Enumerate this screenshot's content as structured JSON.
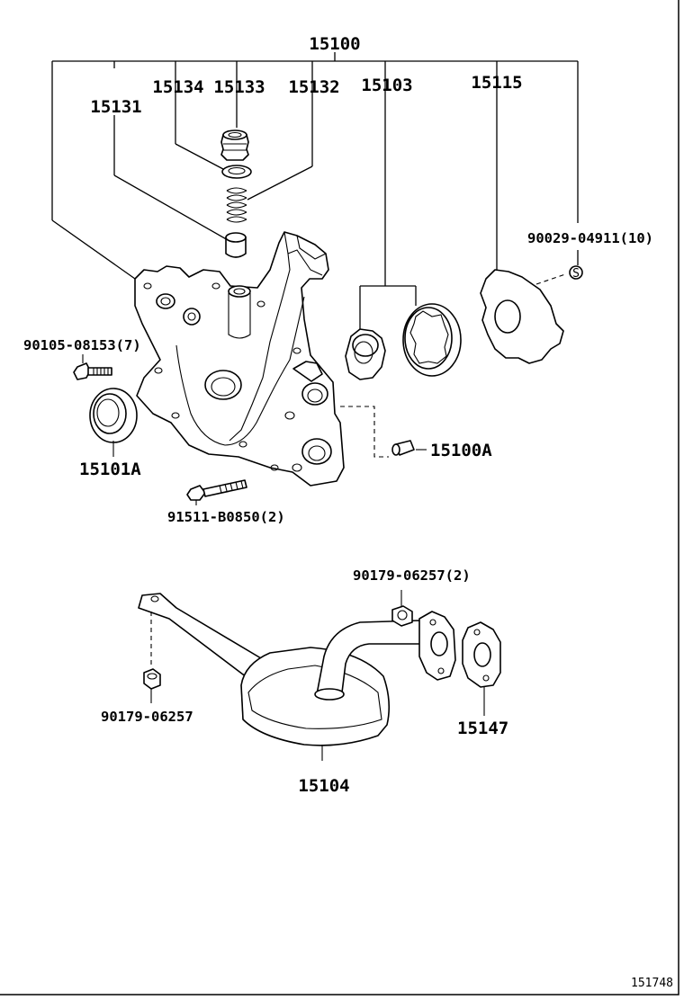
{
  "labels": {
    "p15100": "15100",
    "p15134": "15134",
    "p15133": "15133",
    "p15132": "15132",
    "p15103": "15103",
    "p15115": "15115",
    "p15131": "15131",
    "p90029": "90029-04911(10)",
    "p90105": "90105-08153(7)",
    "p15101A": "15101A",
    "p15100A": "15100A",
    "p91511": "91511-B0850(2)",
    "p90179a": "90179-06257(2)",
    "p90179b": "90179-06257",
    "p15147": "15147",
    "p15104": "15104",
    "s_symbol": "S",
    "figure_id": "151748"
  }
}
